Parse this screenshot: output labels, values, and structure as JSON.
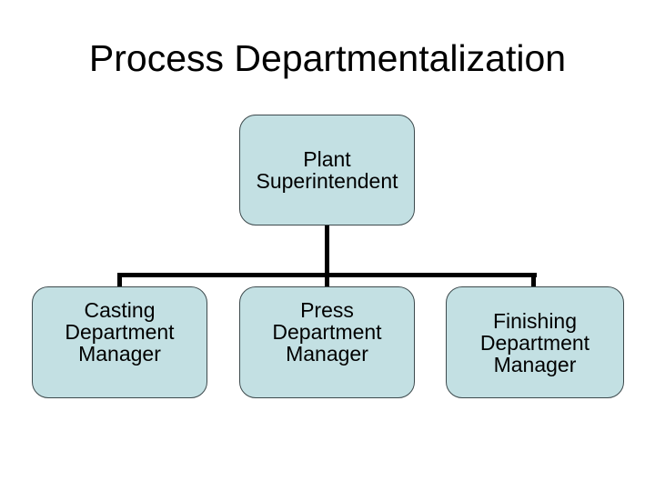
{
  "slide": {
    "title": "Process Departmentalization"
  },
  "colors": {
    "background": "#ffffff",
    "box_fill": "#c3e0e3",
    "box_border": "#3d4a4d",
    "connector": "#000000",
    "text": "#000000"
  },
  "org_chart": {
    "type": "org-hierarchy",
    "root": {
      "name": "plant-superintendent",
      "lines": [
        "Plant",
        "Superintendent"
      ]
    },
    "children": [
      {
        "name": "casting-department-manager",
        "lines": [
          "Casting",
          "Department",
          "Manager"
        ]
      },
      {
        "name": "press-department-manager",
        "lines": [
          "Press",
          "Department",
          "Manager"
        ]
      },
      {
        "name": "finishing-department-manager",
        "lines": [
          "Finishing",
          "Department",
          "Manager"
        ]
      }
    ]
  }
}
